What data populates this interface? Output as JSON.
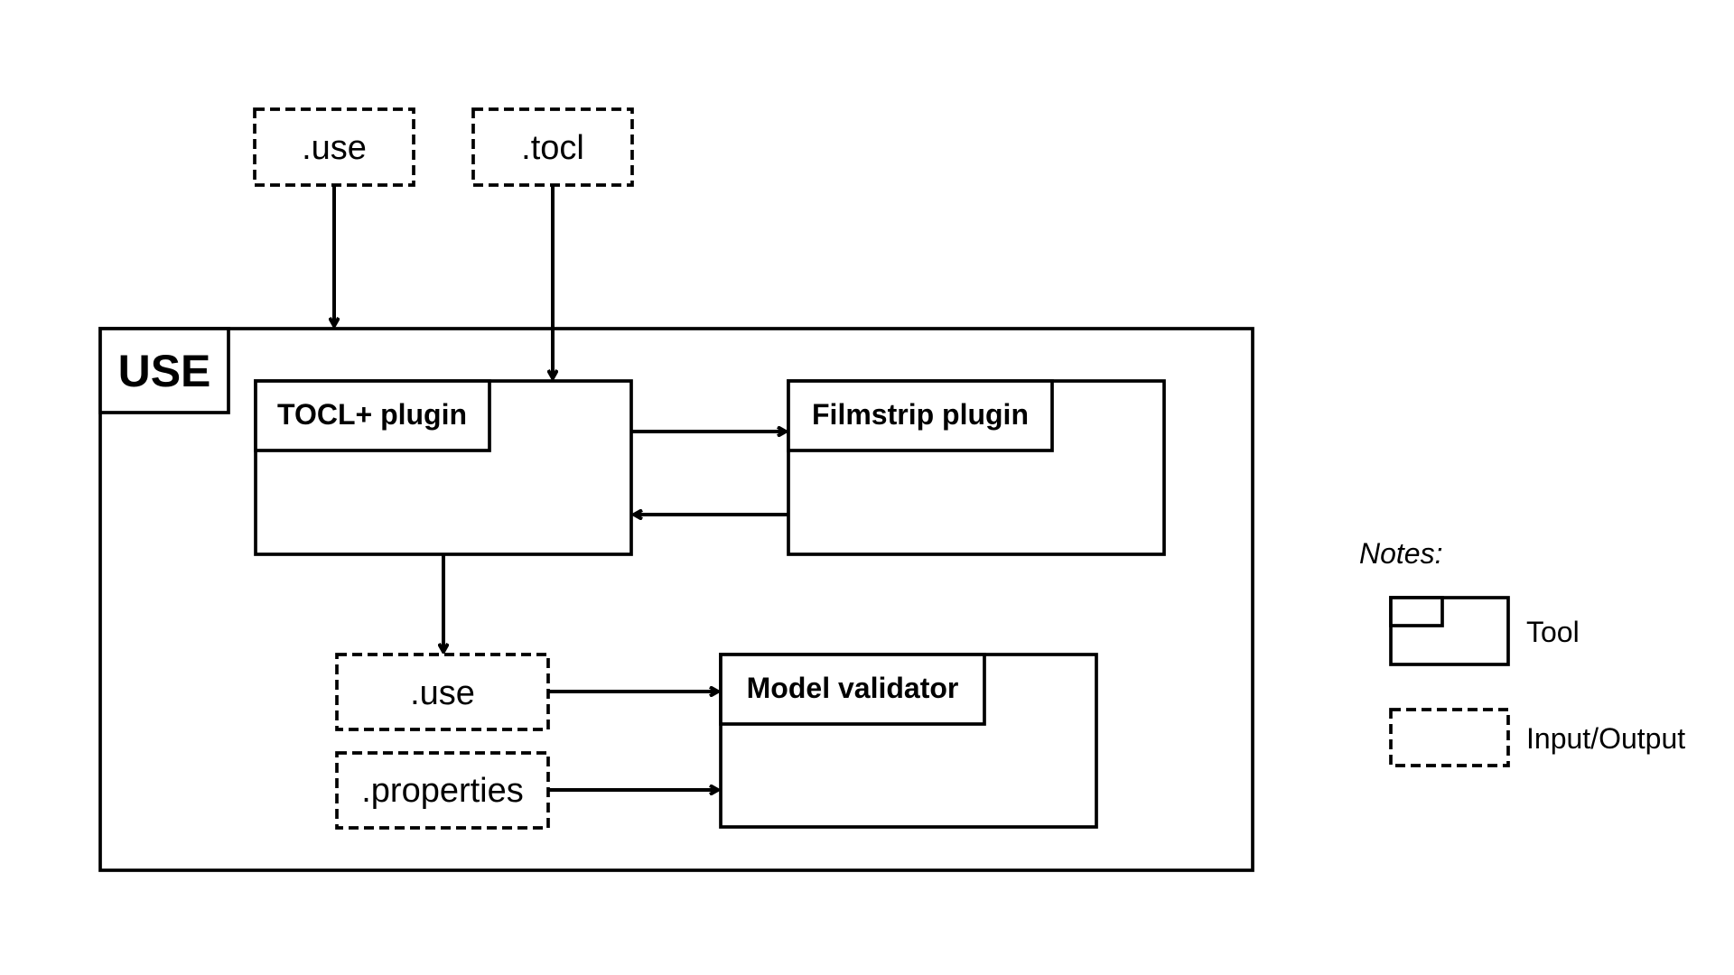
{
  "inputs": {
    "use_file": ".use",
    "tocl_file": ".tocl"
  },
  "container": {
    "label": "USE"
  },
  "tools": {
    "tocl_plugin": "TOCL+ plugin",
    "filmstrip_plugin": "Filmstrip plugin",
    "model_validator": "Model validator"
  },
  "outputs": {
    "use_file": ".use",
    "properties_file": ".properties"
  },
  "notes": {
    "title": "Notes:",
    "tool_label": "Tool",
    "io_label": "Input/Output"
  },
  "colors": {
    "stroke": "#000000",
    "background": "#ffffff"
  }
}
